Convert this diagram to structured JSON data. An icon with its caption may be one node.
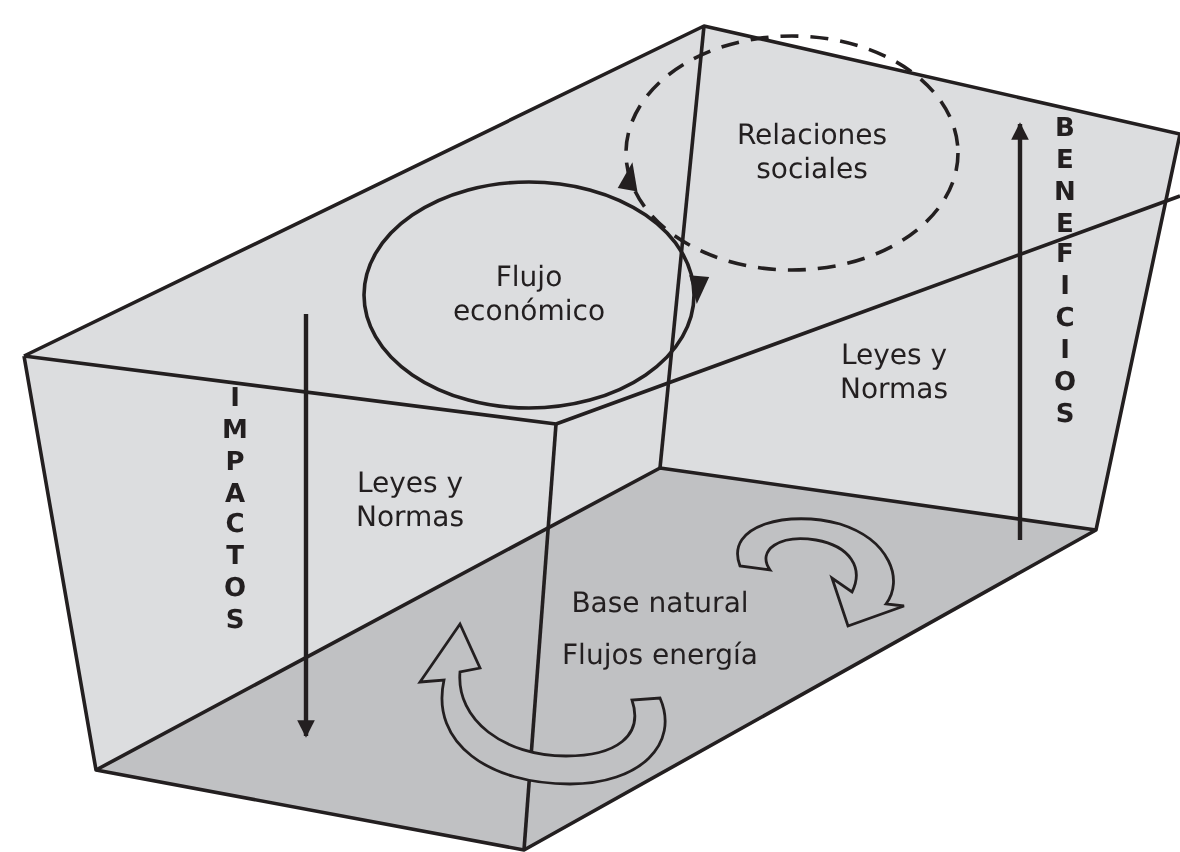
{
  "diagram": {
    "nodes": [
      {
        "text": [
          "Flujo económico"
        ]
      },
      {
        "text": [
          "Relaciones sociales"
        ]
      }
    ],
    "labels": [
      "IMPACTOS",
      "BENEFICIOS",
      "Leyes y Normas",
      "Leyes y Normas",
      "Base natural",
      "Flujos energía"
    ]
  }
}
